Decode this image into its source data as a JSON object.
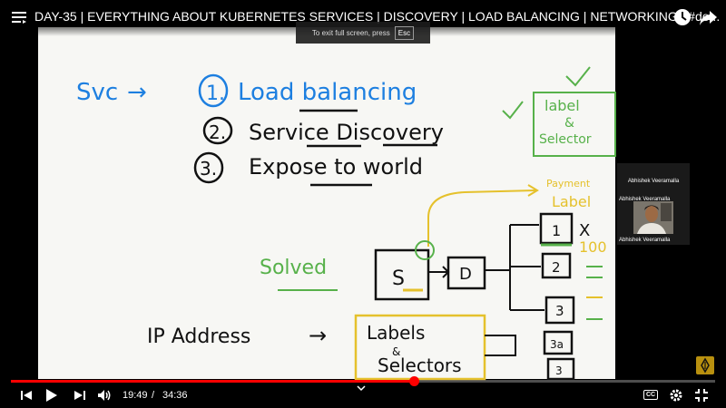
{
  "player": {
    "video_title": "DAY-35 | EVERYTHING ABOUT KUBERNETES SERVICES | DISCOVERY | LOAD BALANCING | NETWORKING | #de...",
    "fullscreen_hint": "To exit full screen, press",
    "fullscreen_key": "Esc",
    "time_current": "19:49",
    "time_separator": "/",
    "time_total": "34:36",
    "progress": 0.5727,
    "accent_color": "#ff0000",
    "cc_label": "CC",
    "icons": [
      "menu-icon",
      "watch-later-icon",
      "share-icon",
      "previous-icon",
      "play-icon",
      "next-icon",
      "volume-icon",
      "subtitles-icon",
      "settings-icon",
      "exit-fullscreen-icon",
      "chevron-down-icon"
    ]
  },
  "webcam": {
    "name_top": "Abhishek Veeramalla",
    "name_middle": "Abhishek Veeramalla",
    "name_bottom": "Abhishek Veeramalla"
  },
  "whiteboard": {
    "svc": "Svc",
    "arrow": "→",
    "point1_num": "1.",
    "point1": "Load balancing",
    "point2_num": "2.",
    "point2": "Service Discovery",
    "point3_num": "3.",
    "point3": "Expose to world",
    "label_selector_top": "label",
    "label_selector_amp": "&",
    "label_selector_bottom": "Selector",
    "payment_label": "Payment",
    "label_word": "Label",
    "hundred": "100",
    "x_mark": "X",
    "solved": "Solved",
    "svc_box": "S",
    "deploy_box": "D",
    "pod1": "1",
    "pod2": "2",
    "pod3": "3",
    "pod4": "3a",
    "pod5": "3",
    "ip_address": "IP Address",
    "ip_arrow": "→",
    "labels_selectors_top": "Labels",
    "labels_selectors_amp": "&",
    "labels_selectors_bottom": "Selectors",
    "colors": {
      "blue": "#1d7fe0",
      "black": "#111111",
      "green": "#57b14a",
      "yellow": "#e5c12c"
    }
  }
}
